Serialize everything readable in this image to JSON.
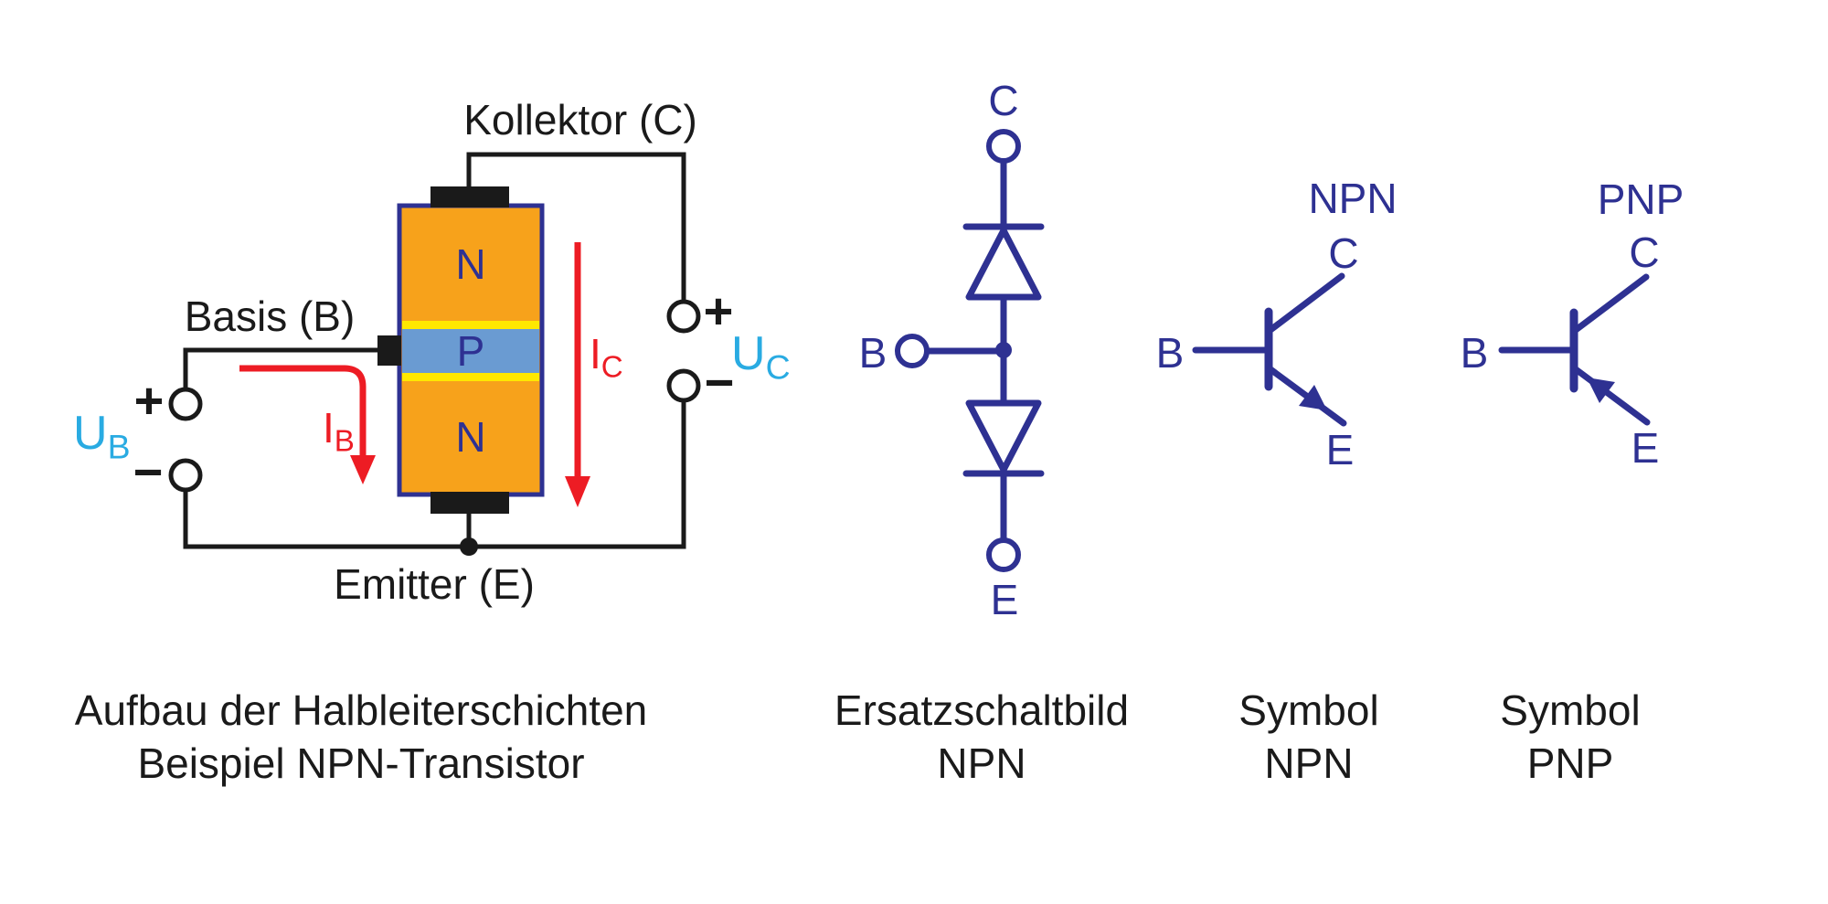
{
  "structure": {
    "collector_label": "Kollektor (C)",
    "base_label": "Basis (B)",
    "emitter_label": "Emitter (E)",
    "layers": {
      "top": "N",
      "middle": "P",
      "bottom": "N"
    },
    "base_voltage": {
      "symbol": "U",
      "sub": "B"
    },
    "collector_voltage": {
      "symbol": "U",
      "sub": "C"
    },
    "base_current": {
      "symbol": "I",
      "sub": "B"
    },
    "collector_current": {
      "symbol": "I",
      "sub": "C"
    },
    "plus": "+",
    "minus": "−",
    "caption_line1": "Aufbau der Halbleiterschichten",
    "caption_line2": "Beispiel NPN-Transistor"
  },
  "equivalent": {
    "terminals": {
      "collector": "C",
      "base": "B",
      "emitter": "E"
    },
    "caption_line1": "Ersatzschaltbild",
    "caption_line2": "NPN"
  },
  "npn_symbol": {
    "title": "NPN",
    "terminals": {
      "collector": "C",
      "base": "B",
      "emitter": "E"
    },
    "caption_line1": "Symbol",
    "caption_line2": "NPN"
  },
  "pnp_symbol": {
    "title": "PNP",
    "terminals": {
      "collector": "C",
      "base": "B",
      "emitter": "E"
    },
    "caption_line1": "Symbol",
    "caption_line2": "PNP"
  },
  "colors": {
    "navy": "#2E3192",
    "light_blue": "#29ABE2",
    "red": "#ED1C24",
    "orange": "#F7A21B",
    "p_layer_blue": "#6A9BD2",
    "junction_yellow": "#FFE800",
    "wire_black": "#1A1A1A"
  }
}
